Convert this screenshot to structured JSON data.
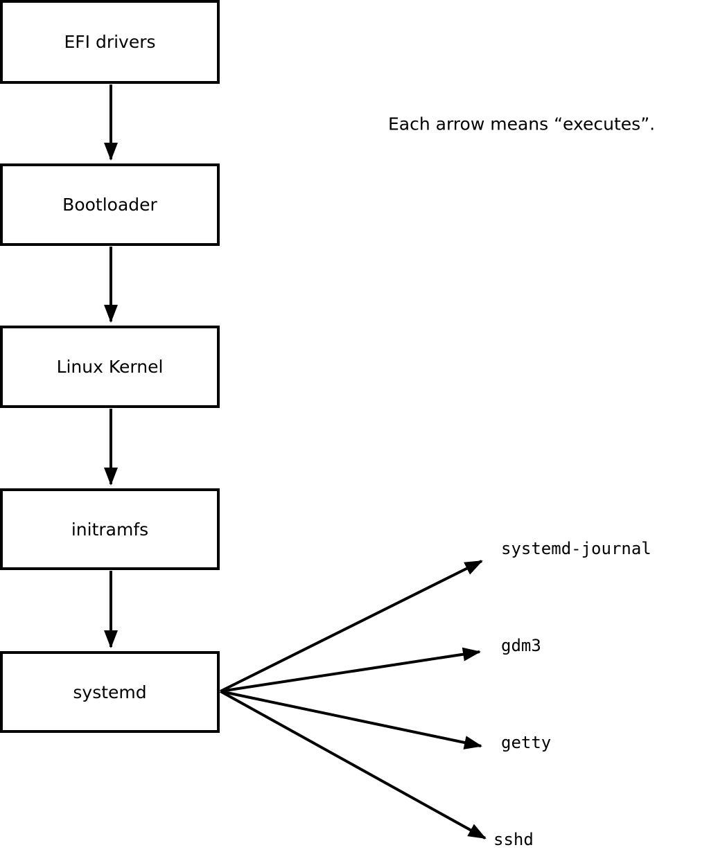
{
  "note": {
    "text": "Each arrow means “executes”."
  },
  "flow": [
    {
      "label": "EFI drivers"
    },
    {
      "label": "Bootloader"
    },
    {
      "label": "Linux Kernel"
    },
    {
      "label": "initramfs"
    },
    {
      "label": "systemd"
    }
  ],
  "targets": [
    {
      "label": "systemd-journal"
    },
    {
      "label": "gdm3"
    },
    {
      "label": "getty"
    },
    {
      "label": "sshd"
    }
  ],
  "colors": {
    "box_border": "#000000",
    "box_fill": "#ffffff",
    "arrow": "#000000",
    "background": "#ffffff"
  }
}
